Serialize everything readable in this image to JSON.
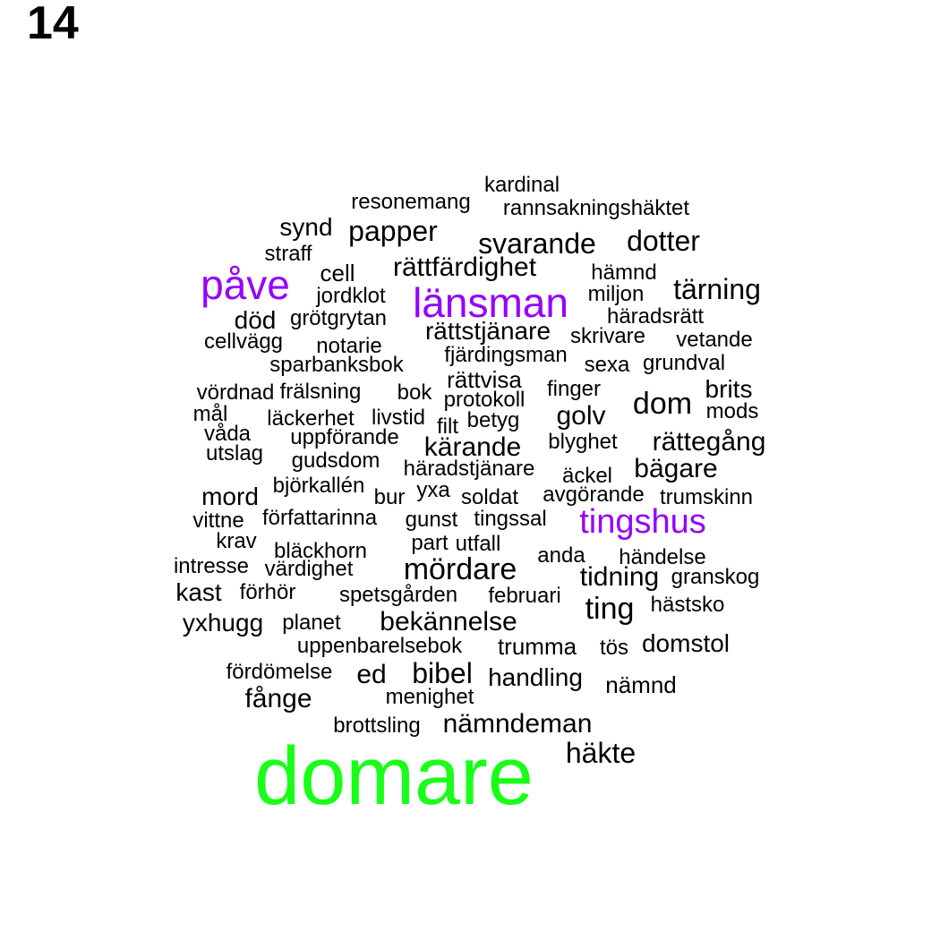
{
  "page_number": "14",
  "colors": {
    "default": "#000000",
    "highlight": "#9400ff",
    "top": "#19ff19"
  },
  "words": [
    {
      "text": "domare",
      "weight": 10,
      "color": "top"
    },
    {
      "text": "länsman",
      "weight": 5,
      "color": "highlight"
    },
    {
      "text": "påve",
      "weight": 5,
      "color": "highlight"
    },
    {
      "text": "tingshus",
      "weight": 4,
      "color": "highlight"
    },
    {
      "text": "mördare",
      "weight": 3
    },
    {
      "text": "dom",
      "weight": 3
    },
    {
      "text": "ting",
      "weight": 3
    },
    {
      "text": "kardinal",
      "weight": 1
    },
    {
      "text": "resonemang",
      "weight": 1
    },
    {
      "text": "rannsakningshäktet",
      "weight": 1
    },
    {
      "text": "synd",
      "weight": 2
    },
    {
      "text": "papper",
      "weight": 2
    },
    {
      "text": "svarande",
      "weight": 2
    },
    {
      "text": "dotter",
      "weight": 2
    },
    {
      "text": "straff",
      "weight": 1
    },
    {
      "text": "rättfärdighet",
      "weight": 2
    },
    {
      "text": "cell",
      "weight": 2
    },
    {
      "text": "hämnd",
      "weight": 1
    },
    {
      "text": "tärning",
      "weight": 2
    },
    {
      "text": "jordklot",
      "weight": 1
    },
    {
      "text": "miljon",
      "weight": 1
    },
    {
      "text": "död",
      "weight": 2
    },
    {
      "text": "grötgrytan",
      "weight": 1
    },
    {
      "text": "häradsrätt",
      "weight": 1
    },
    {
      "text": "rättstjänare",
      "weight": 2
    },
    {
      "text": "cellvägg",
      "weight": 1
    },
    {
      "text": "notarie",
      "weight": 1
    },
    {
      "text": "skrivare",
      "weight": 1
    },
    {
      "text": "vetande",
      "weight": 1
    },
    {
      "text": "fjärdingsman",
      "weight": 1
    },
    {
      "text": "sparbanksbok",
      "weight": 1
    },
    {
      "text": "sexa",
      "weight": 1
    },
    {
      "text": "grundval",
      "weight": 1
    },
    {
      "text": "rättvisa",
      "weight": 1
    },
    {
      "text": "brits",
      "weight": 2
    },
    {
      "text": "vördnad",
      "weight": 1
    },
    {
      "text": "frälsning",
      "weight": 1
    },
    {
      "text": "bok",
      "weight": 1
    },
    {
      "text": "protokoll",
      "weight": 1
    },
    {
      "text": "finger",
      "weight": 1
    },
    {
      "text": "mods",
      "weight": 1
    },
    {
      "text": "mål",
      "weight": 1
    },
    {
      "text": "läckerhet",
      "weight": 1
    },
    {
      "text": "livstid",
      "weight": 1
    },
    {
      "text": "filt",
      "weight": 1
    },
    {
      "text": "betyg",
      "weight": 1
    },
    {
      "text": "golv",
      "weight": 2
    },
    {
      "text": "våda",
      "weight": 1
    },
    {
      "text": "uppförande",
      "weight": 1
    },
    {
      "text": "kärande",
      "weight": 2
    },
    {
      "text": "blyghet",
      "weight": 1
    },
    {
      "text": "rättegång",
      "weight": 2
    },
    {
      "text": "utslag",
      "weight": 1
    },
    {
      "text": "gudsdom",
      "weight": 1
    },
    {
      "text": "häradstjänare",
      "weight": 1
    },
    {
      "text": "bägare",
      "weight": 2
    },
    {
      "text": "äckel",
      "weight": 1
    },
    {
      "text": "björkallén",
      "weight": 1
    },
    {
      "text": "mord",
      "weight": 2
    },
    {
      "text": "yxa",
      "weight": 1
    },
    {
      "text": "bur",
      "weight": 1
    },
    {
      "text": "soldat",
      "weight": 1
    },
    {
      "text": "avgörande",
      "weight": 1
    },
    {
      "text": "trumskinn",
      "weight": 1
    },
    {
      "text": "vittne",
      "weight": 1
    },
    {
      "text": "författarinna",
      "weight": 1
    },
    {
      "text": "gunst",
      "weight": 1
    },
    {
      "text": "tingssal",
      "weight": 1
    },
    {
      "text": "krav",
      "weight": 1
    },
    {
      "text": "part",
      "weight": 1
    },
    {
      "text": "utfall",
      "weight": 1
    },
    {
      "text": "bläckhorn",
      "weight": 1
    },
    {
      "text": "anda",
      "weight": 1
    },
    {
      "text": "händelse",
      "weight": 1
    },
    {
      "text": "intresse",
      "weight": 1
    },
    {
      "text": "värdighet",
      "weight": 1
    },
    {
      "text": "tidning",
      "weight": 2
    },
    {
      "text": "granskog",
      "weight": 1
    },
    {
      "text": "kast",
      "weight": 1
    },
    {
      "text": "förhör",
      "weight": 1
    },
    {
      "text": "spetsgården",
      "weight": 1
    },
    {
      "text": "februari",
      "weight": 1
    },
    {
      "text": "hästsko",
      "weight": 1
    },
    {
      "text": "yxhugg",
      "weight": 1
    },
    {
      "text": "planet",
      "weight": 1
    },
    {
      "text": "bekännelse",
      "weight": 2
    },
    {
      "text": "uppenbarelsebok",
      "weight": 1
    },
    {
      "text": "trumma",
      "weight": 1
    },
    {
      "text": "tös",
      "weight": 1
    },
    {
      "text": "domstol",
      "weight": 2
    },
    {
      "text": "fördömelse",
      "weight": 1
    },
    {
      "text": "ed",
      "weight": 2
    },
    {
      "text": "bibel",
      "weight": 2
    },
    {
      "text": "handling",
      "weight": 1
    },
    {
      "text": "nämnd",
      "weight": 1
    },
    {
      "text": "fånge",
      "weight": 2
    },
    {
      "text": "menighet",
      "weight": 1
    },
    {
      "text": "brottsling",
      "weight": 1
    },
    {
      "text": "nämndeman",
      "weight": 2
    },
    {
      "text": "häkte",
      "weight": 2
    }
  ]
}
